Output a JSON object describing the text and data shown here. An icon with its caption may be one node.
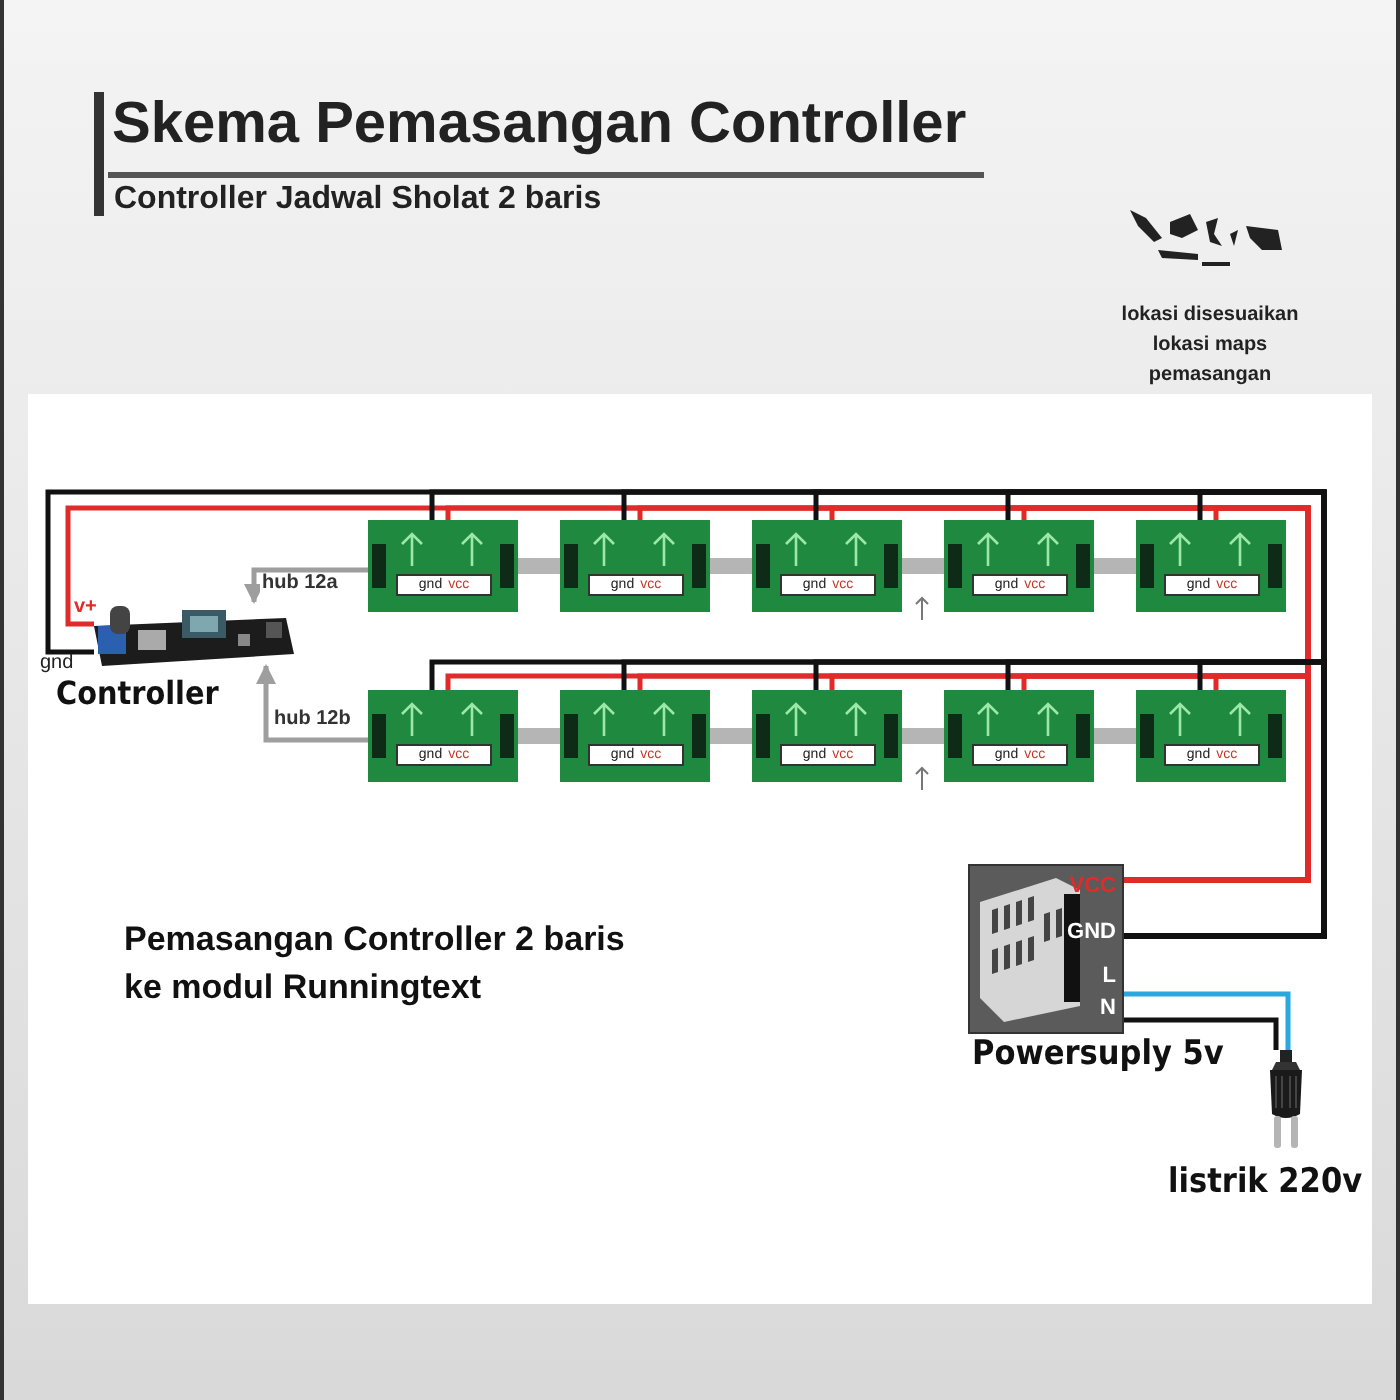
{
  "diagram": {
    "title": "Skema Pemasangan Controller",
    "nodes": [
      {
        "text": [],
        "shape": "picture",
        "beside": [
          "Controller"
        ]
      },
      {
        "text": [
          "gnd",
          "vcc"
        ]
      },
      {
        "text": [
          "gnd",
          "vcc"
        ]
      },
      {
        "text": [
          "gnd",
          "vcc"
        ]
      },
      {
        "text": [
          "gnd",
          "vcc"
        ]
      },
      {
        "text": [
          "gnd",
          "vcc"
        ]
      },
      {
        "text": [
          "gnd",
          "vcc"
        ]
      },
      {
        "text": [
          "gnd",
          "vcc"
        ]
      },
      {
        "text": [
          "gnd",
          "vcc"
        ]
      },
      {
        "text": [
          "gnd",
          "vcc"
        ]
      },
      {
        "text": [
          "gnd",
          "vcc"
        ]
      },
      {
        "text": [
          "VCC",
          "GND",
          "L",
          "N"
        ],
        "beside": [
          "Powersuply 5v"
        ]
      },
      {
        "text": [],
        "shape": "picture",
        "beside": [
          "listrik 220v"
        ]
      }
    ],
    "edges": [
      {
        "from": 1,
        "to": 0,
        "arrow": "to",
        "label": "hub 12a",
        "color": "#9e9e9e"
      },
      {
        "from": 6,
        "to": 0,
        "arrow": "to",
        "label": "hub 12b",
        "color": "#9e9e9e"
      },
      {
        "from": 1,
        "to": 2,
        "arrow": "none",
        "style": "thick",
        "color": "#b5b5b5"
      },
      {
        "from": 2,
        "to": 3,
        "arrow": "none",
        "style": "thick",
        "color": "#b5b5b5"
      },
      {
        "from": 3,
        "to": 4,
        "arrow": "none",
        "style": "thick",
        "color": "#b5b5b5"
      },
      {
        "from": 4,
        "to": 5,
        "arrow": "none",
        "style": "thick",
        "color": "#b5b5b5"
      },
      {
        "from": 6,
        "to": 7,
        "arrow": "none",
        "style": "thick",
        "color": "#b5b5b5"
      },
      {
        "from": 7,
        "to": 8,
        "arrow": "none",
        "style": "thick",
        "color": "#b5b5b5"
      },
      {
        "from": 8,
        "to": 9,
        "arrow": "none",
        "style": "thick",
        "color": "#b5b5b5"
      },
      {
        "from": 9,
        "to": 10,
        "arrow": "none",
        "style": "thick",
        "color": "#b5b5b5"
      },
      {
        "from": 11,
        "to": 0,
        "arrow": "none",
        "color": "#e02b2b"
      },
      {
        "from": 11,
        "to": 0,
        "arrow": "none",
        "color": "#111111"
      },
      {
        "from": 11,
        "to": 1,
        "arrow": "none",
        "color": "#e02b2b"
      },
      {
        "from": 11,
        "to": 2,
        "arrow": "none",
        "color": "#e02b2b"
      },
      {
        "from": 11,
        "to": 3,
        "arrow": "none",
        "color": "#e02b2b"
      },
      {
        "from": 11,
        "to": 4,
        "arrow": "none",
        "color": "#e02b2b"
      },
      {
        "from": 11,
        "to": 5,
        "arrow": "none",
        "color": "#e02b2b"
      },
      {
        "from": 11,
        "to": 6,
        "arrow": "none",
        "color": "#e02b2b"
      },
      {
        "from": 11,
        "to": 7,
        "arrow": "none",
        "color": "#e02b2b"
      },
      {
        "from": 11,
        "to": 8,
        "arrow": "none",
        "color": "#e02b2b"
      },
      {
        "from": 11,
        "to": 9,
        "arrow": "none",
        "color": "#e02b2b"
      },
      {
        "from": 11,
        "to": 10,
        "arrow": "none",
        "color": "#e02b2b"
      },
      {
        "from": 11,
        "to": 1,
        "arrow": "none",
        "color": "#111111"
      },
      {
        "from": 11,
        "to": 2,
        "arrow": "none",
        "color": "#111111"
      },
      {
        "from": 11,
        "to": 3,
        "arrow": "none",
        "color": "#111111"
      },
      {
        "from": 11,
        "to": 4,
        "arrow": "none",
        "color": "#111111"
      },
      {
        "from": 11,
        "to": 5,
        "arrow": "none",
        "color": "#111111"
      },
      {
        "from": 11,
        "to": 6,
        "arrow": "none",
        "color": "#111111"
      },
      {
        "from": 11,
        "to": 7,
        "arrow": "none",
        "color": "#111111"
      },
      {
        "from": 11,
        "to": 8,
        "arrow": "none",
        "color": "#111111"
      },
      {
        "from": 11,
        "to": 9,
        "arrow": "none",
        "color": "#111111"
      },
      {
        "from": 11,
        "to": 10,
        "arrow": "none",
        "color": "#111111"
      },
      {
        "from": 12,
        "to": 11,
        "arrow": "none",
        "color": "#2aa7dc"
      },
      {
        "from": 12,
        "to": 11,
        "arrow": "none",
        "color": "#111111"
      }
    ],
    "labels": [
      "Controller Jadwal Sholat 2 baris",
      "lokasi disesuaikan lokasi maps pemasangan",
      "v+",
      "gnd",
      "Pemasangan Controller 2 baris ke modul Runningtext"
    ]
  }
}
